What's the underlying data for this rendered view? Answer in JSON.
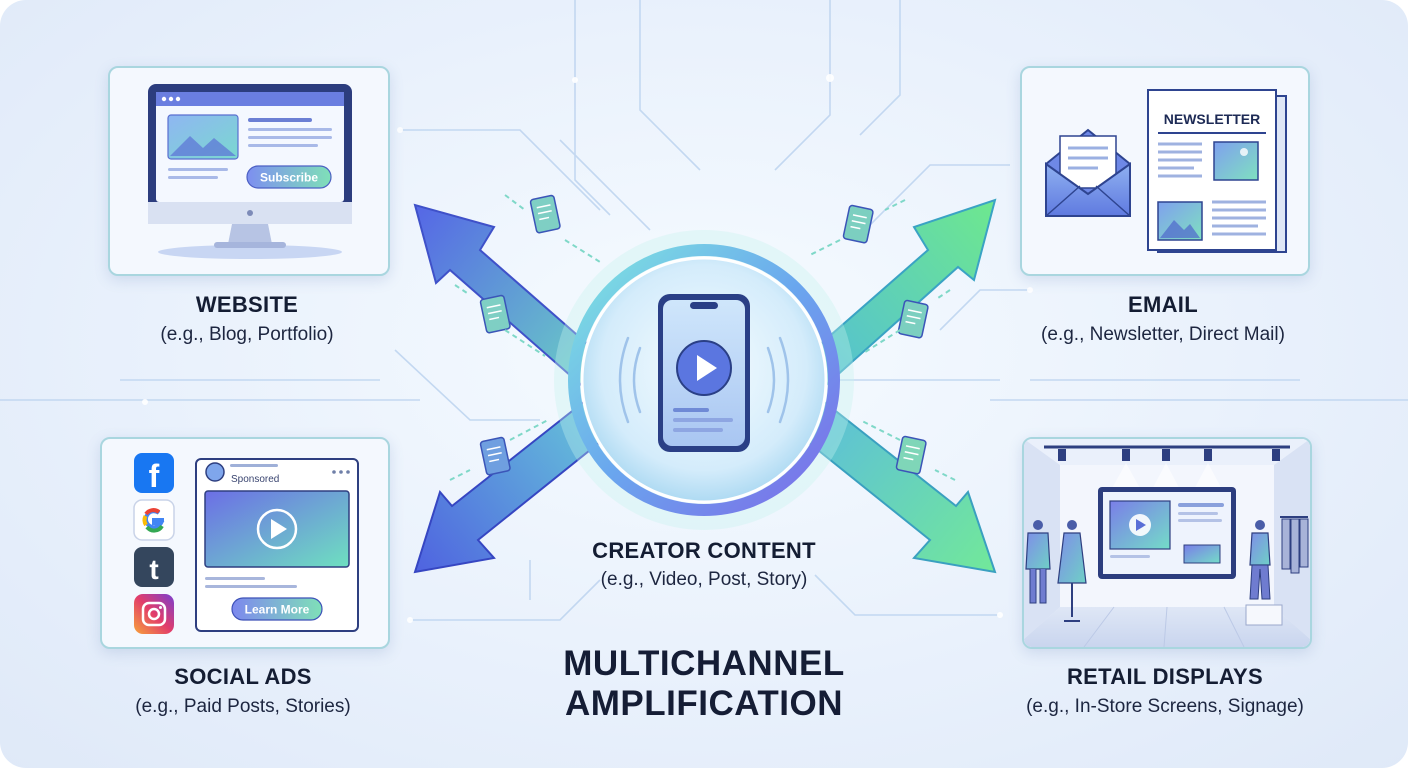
{
  "title": {
    "line1": "MULTICHANNEL",
    "line2": "AMPLIFICATION"
  },
  "center": {
    "name": "CREATOR CONTENT",
    "examples": "(e.g., Video, Post, Story)"
  },
  "channels": {
    "website": {
      "name": "WEBSITE",
      "examples": "(e.g., Blog, Portfolio)",
      "button_label": "Subscribe"
    },
    "email": {
      "name": "EMAIL",
      "examples": "(e.g., Newsletter, Direct Mail)",
      "newsletter_heading": "NEWSLETTER"
    },
    "social": {
      "name": "SOCIAL ADS",
      "examples": "(e.g., Paid Posts, Stories)",
      "sponsored_label": "Sponsored",
      "button_label": "Learn More",
      "platform_icons": [
        "facebook-icon",
        "google-icon",
        "tumblr-icon",
        "instagram-icon"
      ]
    },
    "retail": {
      "name": "RETAIL DISPLAYS",
      "examples": "(e.g., In-Store Screens, Signage)"
    }
  },
  "colors": {
    "arrow_start": "#5b6ee8",
    "arrow_end": "#6ee6b0",
    "frame": "#a9d6df",
    "ink": "#141d33"
  }
}
